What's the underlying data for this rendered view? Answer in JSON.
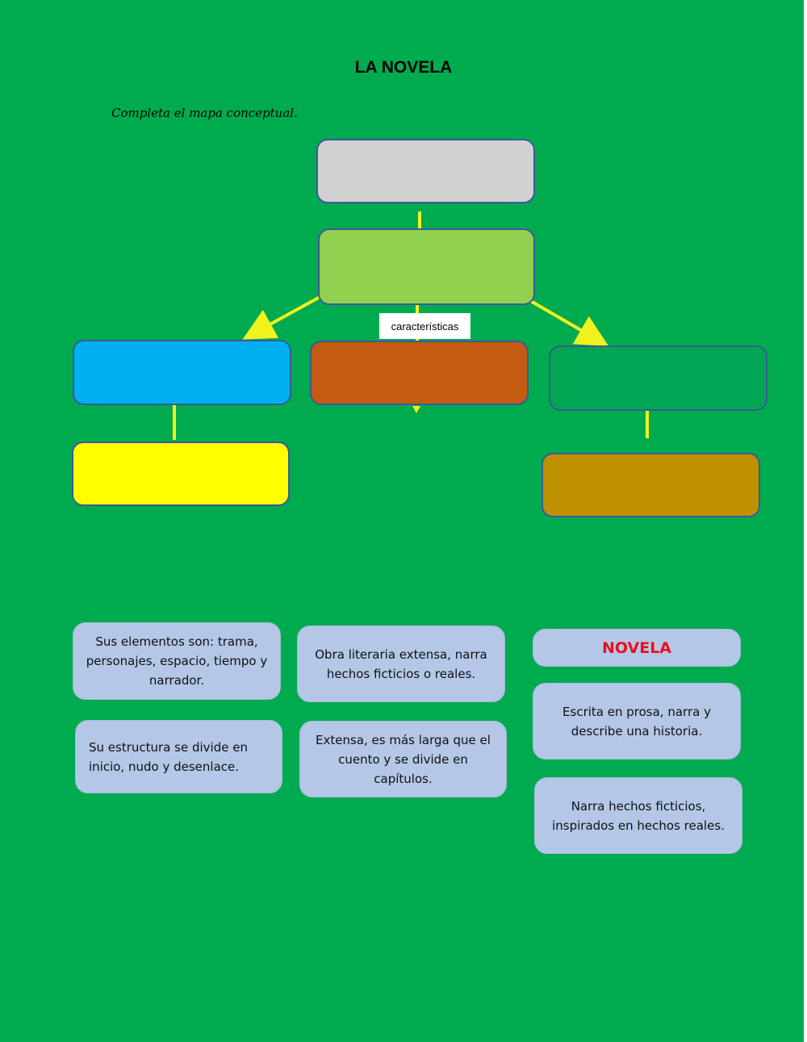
{
  "title": "LA NOVELA",
  "instruction": "Completa el mapa conceptual.",
  "connector_label": "características",
  "colors": {
    "background": "#00ab4f",
    "connector": "#f0f21e",
    "card": "#b4c7e7",
    "novela_text": "#e8101d"
  },
  "boxes": [
    {
      "name": "box-top-gray",
      "color": "#d0d0d0"
    },
    {
      "name": "box-light-green",
      "color": "#92d050"
    },
    {
      "name": "box-blue",
      "color": "#00b0f0"
    },
    {
      "name": "box-orange",
      "color": "#c55a11"
    },
    {
      "name": "box-green",
      "color": "#00a651"
    },
    {
      "name": "box-yellow",
      "color": "#ffff00"
    },
    {
      "name": "box-gold",
      "color": "#bf9000"
    }
  ],
  "cards": {
    "elementos": "Sus elementos son: trama, personajes, espacio, tiempo y narrador.",
    "estructura": "Su estructura se divide en inicio, nudo y desenlace.",
    "obra": "Obra literaria extensa, narra hechos ficticios o reales.",
    "extensa": "Extensa, es más larga que el cuento y se divide en capítulos.",
    "novela": "NOVELA",
    "prosa": "Escrita en prosa, narra y describe una historia.",
    "narra": "Narra hechos ficticios, inspirados en hechos reales."
  }
}
